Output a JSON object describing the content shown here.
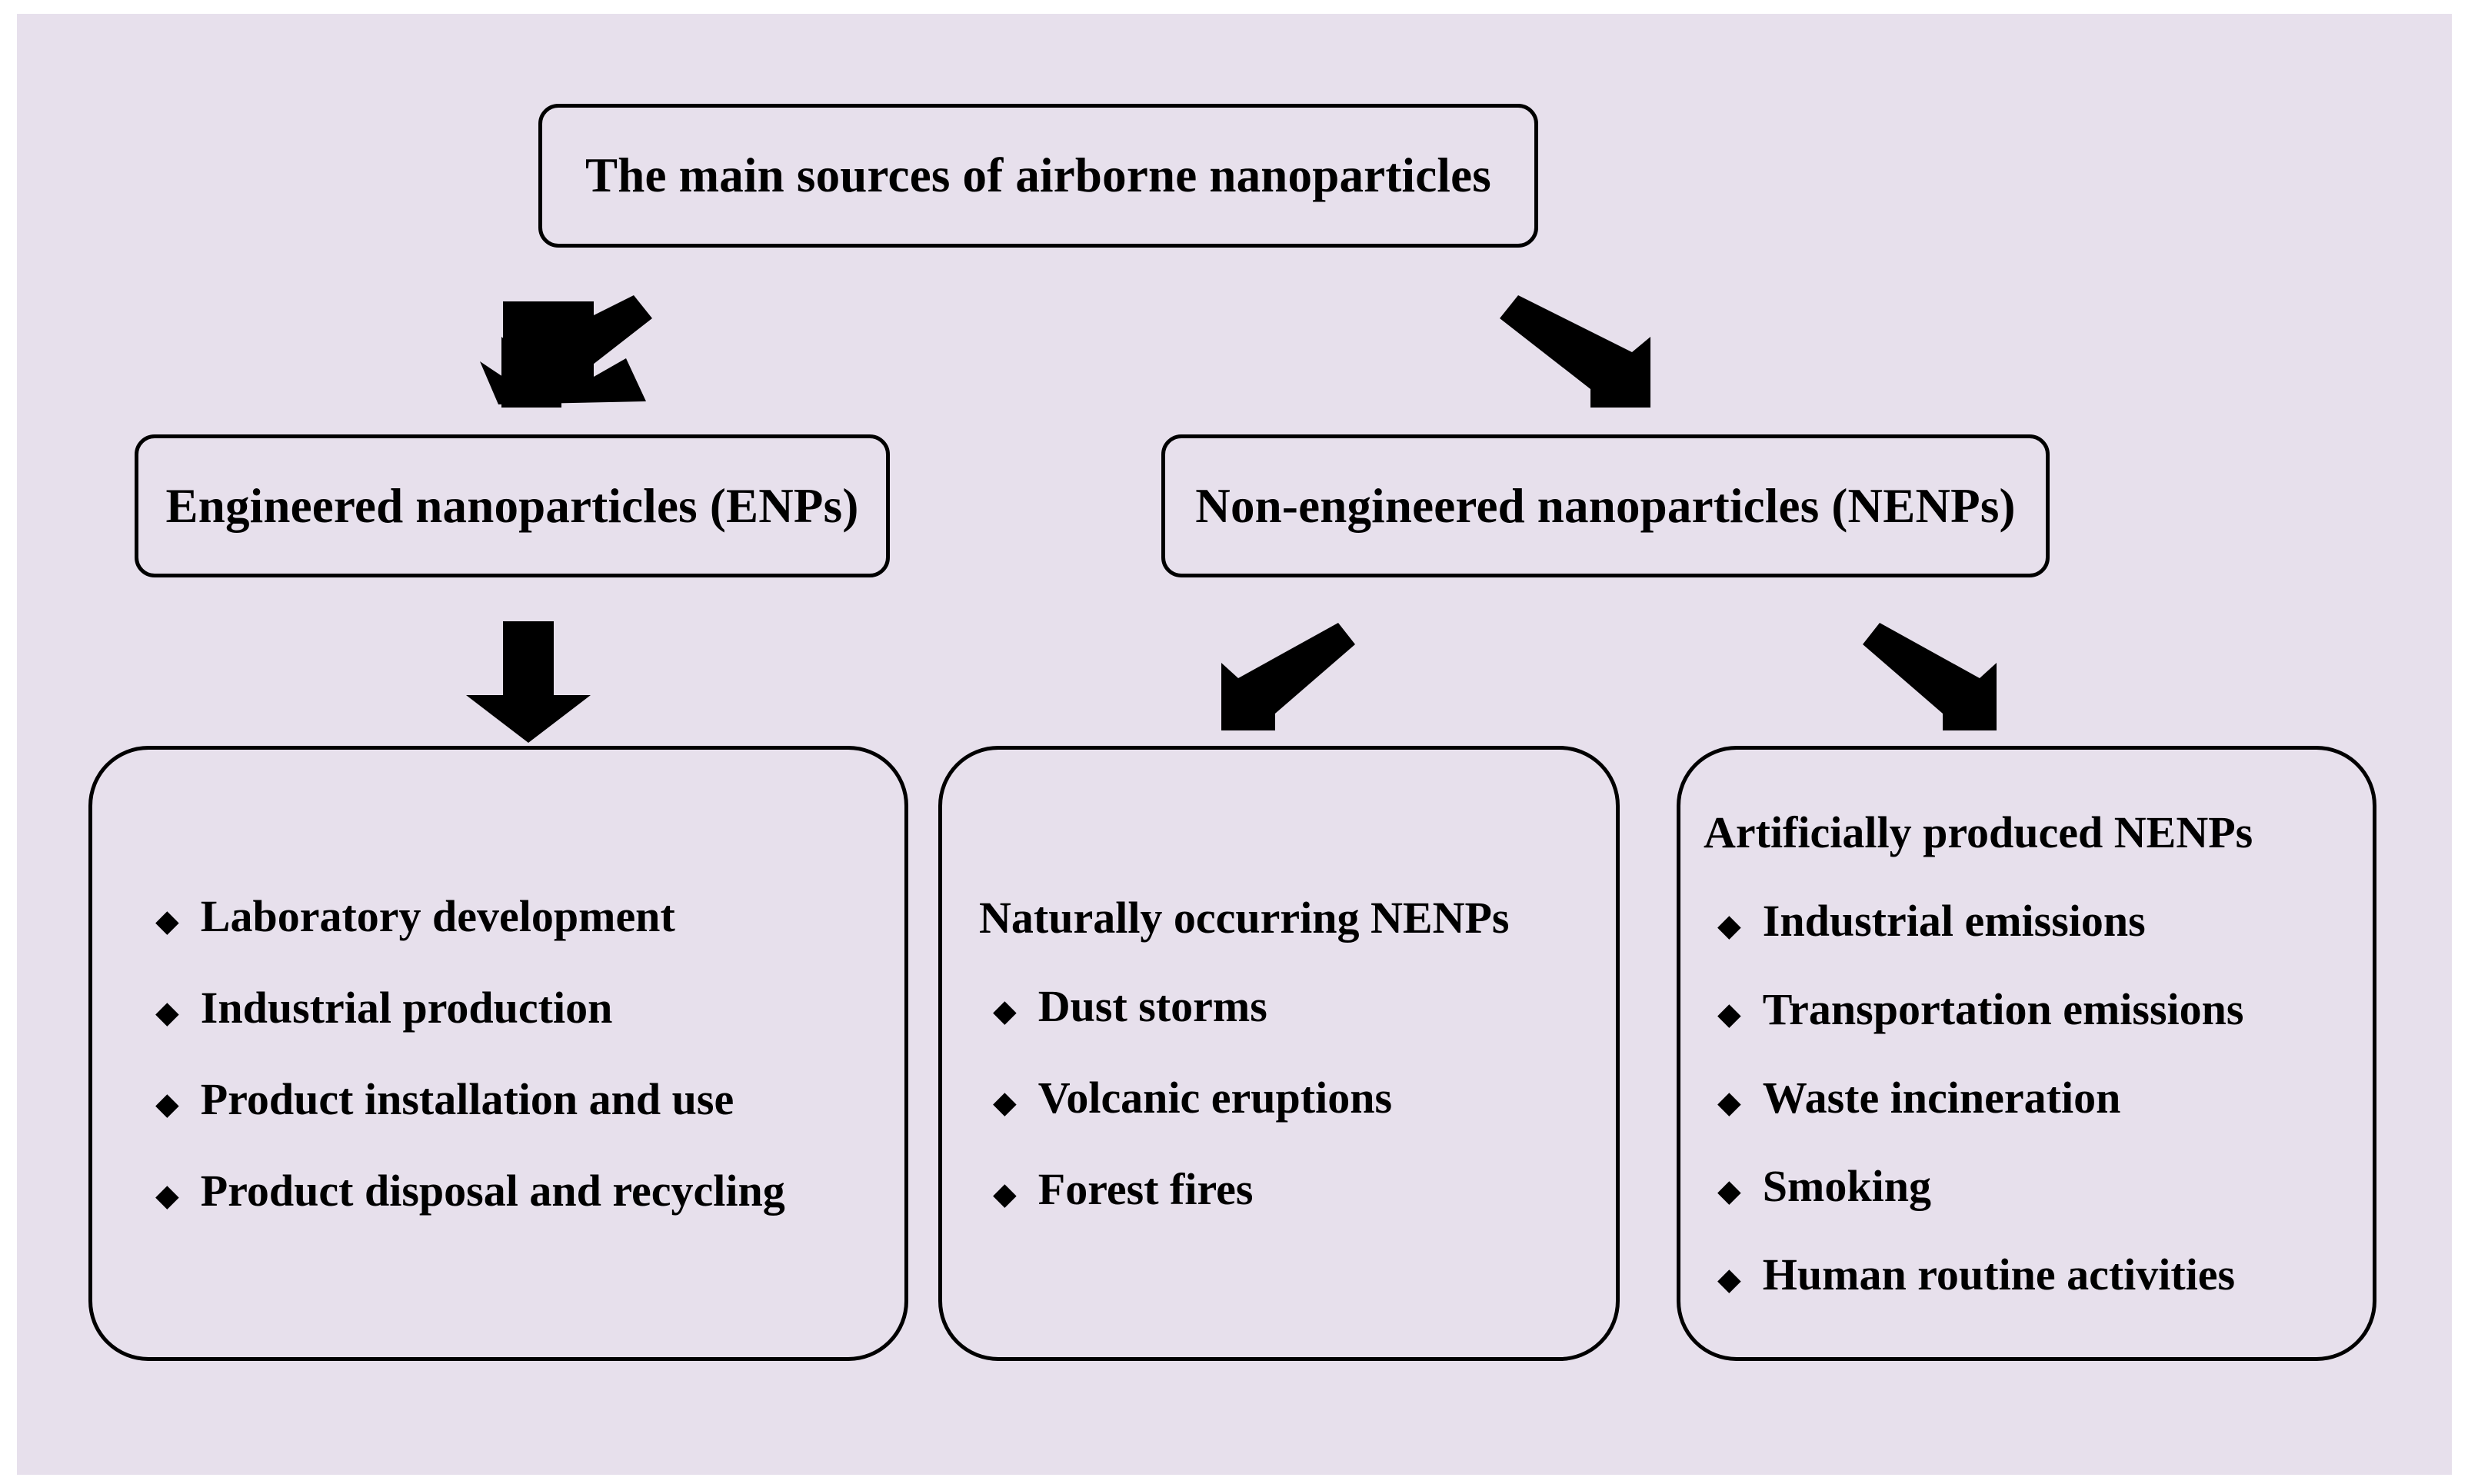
{
  "figure": {
    "background_color": "#e7e0ec",
    "page_color": "#ffffff",
    "line_color": "#000000",
    "text_color": "#000000",
    "type": "flowchart"
  },
  "root": {
    "label": "The main sources of airborne nanoparticles"
  },
  "branches": [
    {
      "id": "enp",
      "label": "Engineered nanoparticles (ENPs)"
    },
    {
      "id": "nenp",
      "label": "Non-engineered nanoparticles (NENPs)"
    }
  ],
  "leaves": [
    {
      "id": "enp-list",
      "heading": "",
      "bullet_glyph": "◆",
      "items": [
        "Laboratory development",
        "Industrial production",
        "Product installation and use",
        "Product disposal and recycling"
      ]
    },
    {
      "id": "naturally-occurring",
      "heading": "Naturally occurring NENPs",
      "bullet_glyph": "◆",
      "items": [
        "Dust storms",
        "Volcanic eruptions",
        "Forest fires"
      ]
    },
    {
      "id": "artificially-produced",
      "heading": "Artificially produced NENPs",
      "bullet_glyph": "◆",
      "items": [
        "Industrial emissions",
        "Transportation emissions",
        "Waste incineration",
        "Smoking",
        "Human routine activities"
      ]
    }
  ],
  "arrows": [
    {
      "id": "root-to-enp",
      "direction": "down-left"
    },
    {
      "id": "root-to-nenp",
      "direction": "down-right"
    },
    {
      "id": "enp-to-enp-list",
      "direction": "down"
    },
    {
      "id": "nenp-to-natural",
      "direction": "down-left"
    },
    {
      "id": "nenp-to-artificial",
      "direction": "down-right"
    }
  ]
}
